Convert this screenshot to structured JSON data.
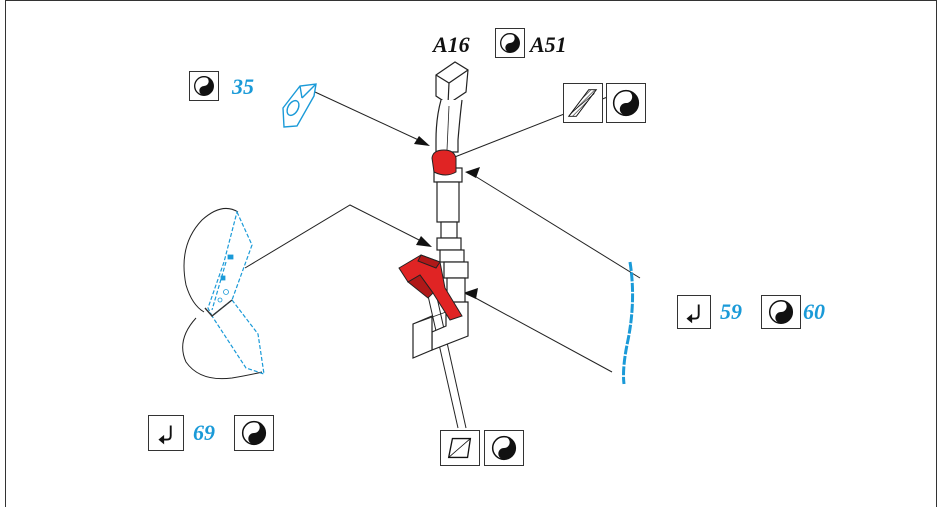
{
  "labels": {
    "part_a16": "A16",
    "part_a51": "A51",
    "part_35": "35",
    "part_59": "59",
    "part_60": "60",
    "part_69": "69"
  },
  "icons": {
    "glue": "glue-icon",
    "paint_detail": "paint-hatch-icon",
    "sand": "sanding-icon",
    "bend": "bend-arrow-icon"
  },
  "colors": {
    "highlight_red": "#e02424",
    "photo_etch_blue": "#1a9ad8",
    "line": "#222222"
  }
}
